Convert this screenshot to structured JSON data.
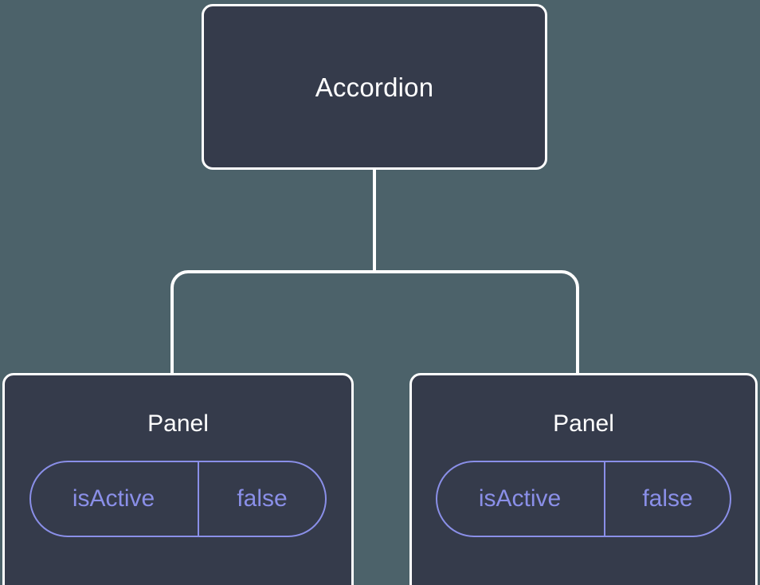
{
  "diagram": {
    "type": "component-tree",
    "background_color": "#4c626a",
    "node_fill_color": "#353b4b",
    "node_border_color": "#ffffff",
    "edge_color": "#ffffff",
    "prop_accent_color": "#8a8fe8",
    "title_text_color": "#ffffff"
  },
  "root": {
    "label": "Accordion"
  },
  "children": [
    {
      "label": "Panel",
      "props": [
        {
          "key": "isActive",
          "value": "false"
        }
      ]
    },
    {
      "label": "Panel",
      "props": [
        {
          "key": "isActive",
          "value": "false"
        }
      ]
    }
  ]
}
